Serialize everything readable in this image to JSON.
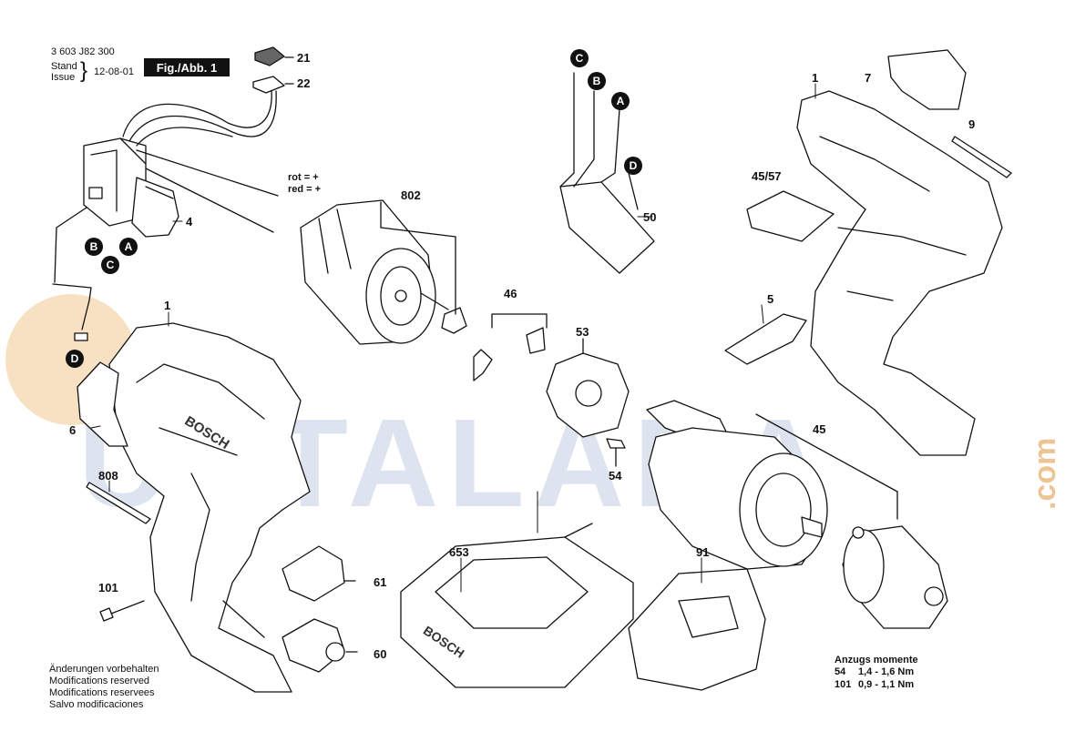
{
  "header": {
    "part_number": "3 603 J82 300",
    "stand_label": "Stand",
    "issue_label": "Issue",
    "date": "12-08-01",
    "figure_label": "Fig./Abb. 1"
  },
  "wire_note": {
    "rot": "rot = +",
    "red": "red = +"
  },
  "watermark": {
    "text": "USTALARA",
    "suffix": ".com",
    "color": "#e9b77a"
  },
  "connection_markers": {
    "left": [
      "B",
      "C",
      "A",
      "D"
    ],
    "right": [
      "C",
      "B",
      "A",
      "D"
    ]
  },
  "callouts": {
    "p1_top": "1",
    "p1_left": "1",
    "p4": "4",
    "p5": "5",
    "p6": "6",
    "p7": "7",
    "p9": "9",
    "p21": "21",
    "p22": "22",
    "p45": "45",
    "p45_57": "45/57",
    "p46": "46",
    "p50": "50",
    "p53": "53",
    "p54": "54",
    "p60": "60",
    "p61": "61",
    "p91": "91",
    "p101": "101",
    "p653": "653",
    "p802": "802",
    "p808": "808"
  },
  "torque": {
    "title": "Anzugs momente",
    "rows": [
      {
        "part": "54",
        "value": "1,4 - 1,6 Nm"
      },
      {
        "part": "101",
        "value": "0,9 - 1,1 Nm"
      }
    ]
  },
  "modifications": [
    "Änderungen vorbehalten",
    "Modifications reserved",
    "Modifications reservees",
    "Salvo modificaciones"
  ],
  "housing_brand": "BOSCH",
  "charger_brand": "BOSCH"
}
